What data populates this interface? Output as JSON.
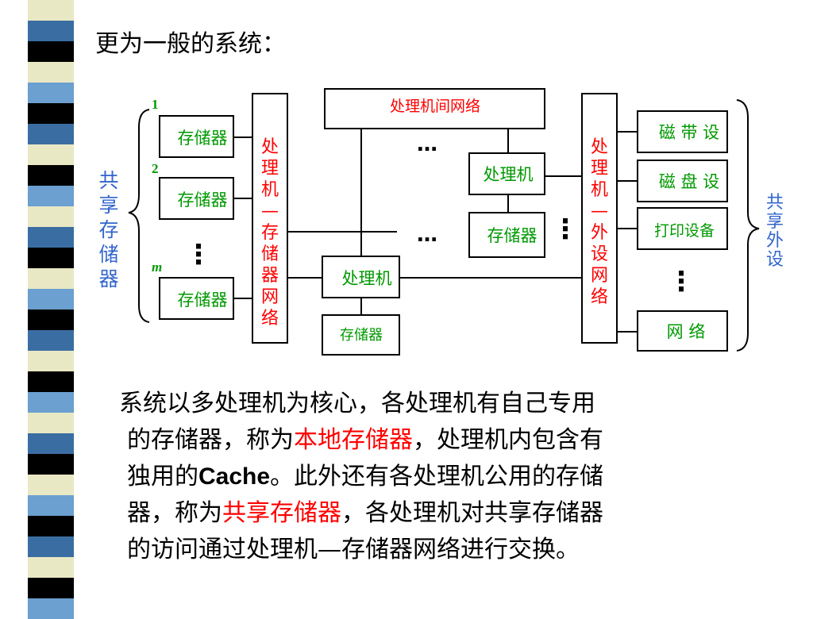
{
  "title": "更为一般的系统：",
  "diagram": {
    "label_1": "1",
    "label_2": "2",
    "label_m": "m",
    "memory_left": [
      "存储器",
      "存储器",
      "存储器"
    ],
    "shared_memory_label": [
      "共",
      "享",
      "存",
      "储",
      "器"
    ],
    "pm_network": [
      "处",
      "理",
      "机",
      "—",
      "存",
      "储",
      "器",
      "网",
      "络"
    ],
    "ip_network": "处理机间网络",
    "processor": "处理机",
    "processor_memory": "存储器",
    "processor_bottom": "处理机",
    "processor_bottom_memory": "存储器",
    "pio_network": [
      "处",
      "理",
      "机",
      "—",
      "外",
      "设",
      "网",
      "络"
    ],
    "devices": [
      "磁 带 设",
      "磁 盘 设",
      "打印设备",
      "网 络"
    ],
    "shared_device_label": [
      "共",
      "享",
      "外",
      "设"
    ],
    "ellipsis_horizontal": "…",
    "ellipsis_vertical": "⋮"
  },
  "paragraph": {
    "line1": "系统以多处理机为核心，各处理机有自己专用",
    "line2_a": "的存储器，称为",
    "line2_red": "本地存储器",
    "line2_b": "，处理机内包含有",
    "line3_a": "独用的",
    "line3_latin": "Cache",
    "line3_b": "。此外还有各处理机公用的存储",
    "line4_a": "器，称为",
    "line4_red": "共享存储器",
    "line4_b": "，各处理机对共享存储器",
    "line5": "的访问通过处理机—存储器网络进行交换。"
  },
  "colors": {
    "green": "#009900",
    "red": "#ff0000",
    "blue": "#3366cc",
    "box_border": "#000000"
  }
}
